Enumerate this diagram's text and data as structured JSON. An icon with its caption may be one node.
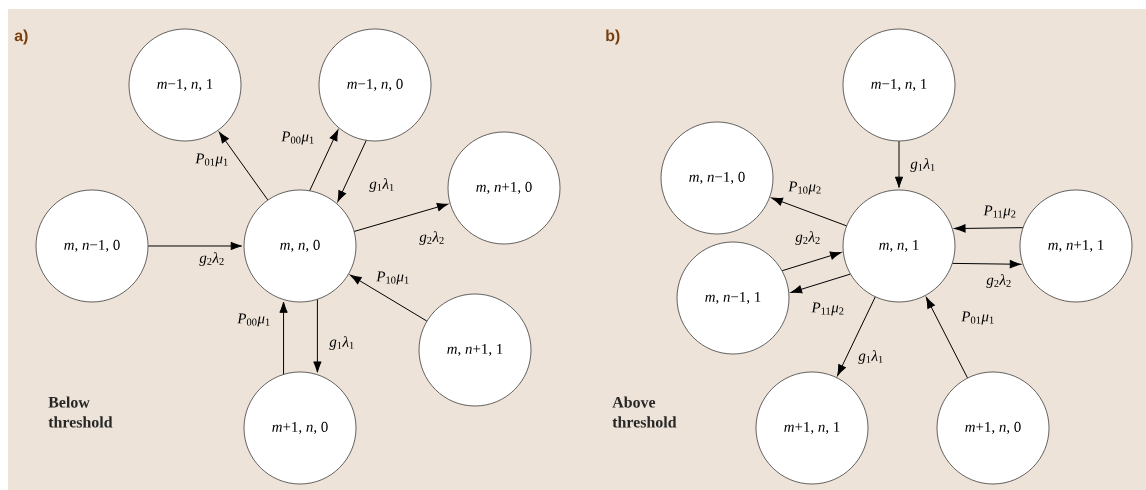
{
  "diagram": {
    "nodes": [
      {
        "text": [
          "*m*−1, *n*, 1"
        ]
      },
      {
        "text": [
          "*m*−1, *n*, 0"
        ]
      },
      {
        "text": [
          "*m*, *n*+1, 0"
        ]
      },
      {
        "text": [
          "*m*, *n*−1, 0"
        ]
      },
      {
        "text": [
          "*m*, *n*, 0"
        ]
      },
      {
        "text": [
          "*m*, *n*+1, 1"
        ]
      },
      {
        "text": [
          "*m*+1, *n*, 0"
        ]
      },
      {
        "text": [
          "*m*−1, *n*, 1"
        ]
      },
      {
        "text": [
          "*m*, *n*−1, 0"
        ]
      },
      {
        "text": [
          "*m*, *n*+1, 1"
        ]
      },
      {
        "text": [
          "*m*, *n*, 1"
        ]
      },
      {
        "text": [
          "*m*, *n*−1, 1"
        ]
      },
      {
        "text": [
          "*m*+1, *n*, 1"
        ]
      },
      {
        "text": [
          "*m*+1, *n*, 0"
        ]
      }
    ],
    "edges": [
      {
        "from": 4,
        "to": 0,
        "arrow": "to",
        "label": "*P*$_{01}$*μ*$_{1}$"
      },
      {
        "from": 4,
        "to": 1,
        "arrow": "to",
        "label": "*P*$_{00}$*μ*$_{1}$"
      },
      {
        "from": 1,
        "to": 4,
        "arrow": "to",
        "label": "*g*$_{1}$*λ*$_{1}$"
      },
      {
        "from": 4,
        "to": 2,
        "arrow": "to",
        "label": "*g*$_{2}$*λ*$_{2}$"
      },
      {
        "from": 3,
        "to": 4,
        "arrow": "to",
        "label": "*g*$_{2}$*λ*$_{2}$"
      },
      {
        "from": 5,
        "to": 4,
        "arrow": "to",
        "label": "*P*$_{10}$*μ*$_{1}$"
      },
      {
        "from": 6,
        "to": 4,
        "arrow": "to",
        "label": "*P*$_{00}$*μ*$_{1}$"
      },
      {
        "from": 4,
        "to": 6,
        "arrow": "to",
        "label": "*g*$_{1}$*λ*$_{1}$"
      },
      {
        "from": 7,
        "to": 10,
        "arrow": "to",
        "label": "*g*$_{1}$*λ*$_{1}$"
      },
      {
        "from": 10,
        "to": 8,
        "arrow": "to",
        "label": "*P*$_{10}$*μ*$_{2}$"
      },
      {
        "from": 9,
        "to": 10,
        "arrow": "to",
        "label": "*P*$_{11}$*μ*$_{2}$"
      },
      {
        "from": 10,
        "to": 9,
        "arrow": "to",
        "label": "*g*$_{2}$*λ*$_{2}$"
      },
      {
        "from": 11,
        "to": 10,
        "arrow": "to",
        "label": "*g*$_{2}$*λ*$_{2}$"
      },
      {
        "from": 10,
        "to": 11,
        "arrow": "to",
        "label": "*P*$_{11}$*μ*$_{2}$"
      },
      {
        "from": 10,
        "to": 12,
        "arrow": "to",
        "label": "*g*$_{1}$*λ*$_{1}$"
      },
      {
        "from": 13,
        "to": 10,
        "arrow": "to",
        "label": "*P*$_{01}$*μ*$_{1}$"
      }
    ],
    "labels": [
      "a)",
      "Below threshold",
      "b)",
      "Above threshold"
    ]
  }
}
